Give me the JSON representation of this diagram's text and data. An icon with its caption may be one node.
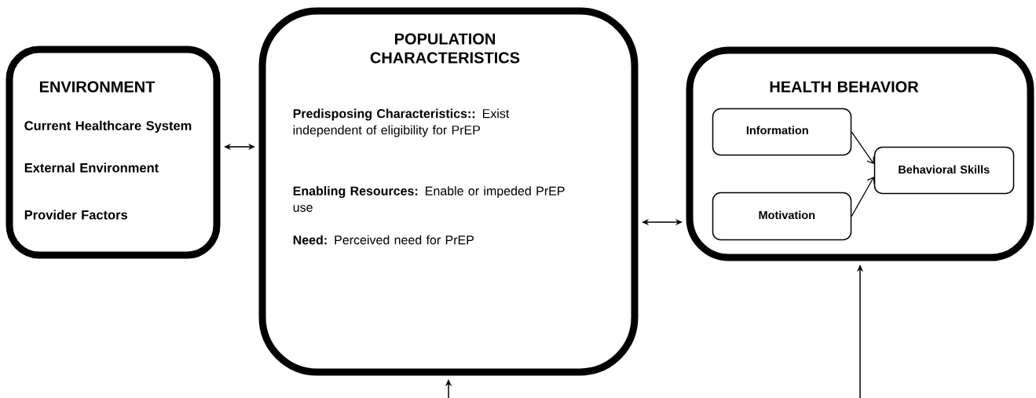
{
  "diagram": {
    "nodes": [
      {
        "text": [
          "ENVIRONMENT",
          "Current Healthcare System",
          "External Environment",
          "Provider Factors"
        ]
      },
      {
        "text": [
          "POPULATION CHARACTERISTICS",
          "**Predisposing Characteristics::** Exist independent of eligibility for PrEP",
          "**Enabling Resources:** Enable or impeded PrEP use",
          "**Need:** Perceived need for PrEP"
        ]
      },
      {
        "text": [
          "HEALTH BEHAVIOR"
        ]
      },
      {
        "text": [
          "Information"
        ],
        "in": 2
      },
      {
        "text": [
          "Motivation"
        ],
        "in": 2
      },
      {
        "text": [
          "Behavioral Skills"
        ],
        "in": 2
      }
    ],
    "edges": [
      {
        "from": 0,
        "to": 1,
        "arrow": "both"
      },
      {
        "from": 1,
        "to": 2,
        "arrow": "both"
      },
      {
        "from": 3,
        "to": 5,
        "arrow": "to"
      },
      {
        "from": 4,
        "to": 5,
        "arrow": "to"
      },
      {
        "from": null,
        "to": 1,
        "arrow": "to"
      },
      {
        "from": null,
        "to": 2,
        "arrow": "to"
      }
    ]
  }
}
